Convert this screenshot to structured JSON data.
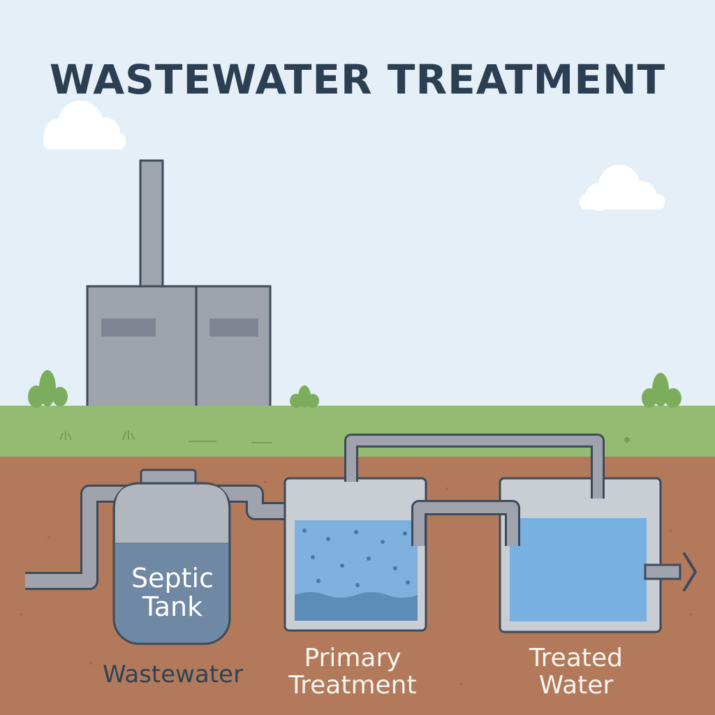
{
  "diagram": {
    "title": "WASTEWATER TREATMENT",
    "septic_tank_label": [
      "Septic",
      "Tank"
    ],
    "wastewater_label": "Wastewater",
    "primary_label": [
      "Primary",
      "Treatment"
    ],
    "treated_label": [
      "Treated",
      "Water"
    ]
  },
  "colors": {
    "sky": "#e4eff8",
    "grass": "#93bc72",
    "soil": "#b27a5a",
    "outline": "#3f4a59",
    "tank_fill": "#6f88a3",
    "water": "#82b4e1",
    "building": "#9ea3ad"
  },
  "icons": [
    "cloud-icon",
    "factory-icon",
    "bush-icon",
    "outflow-arrow-icon"
  ]
}
